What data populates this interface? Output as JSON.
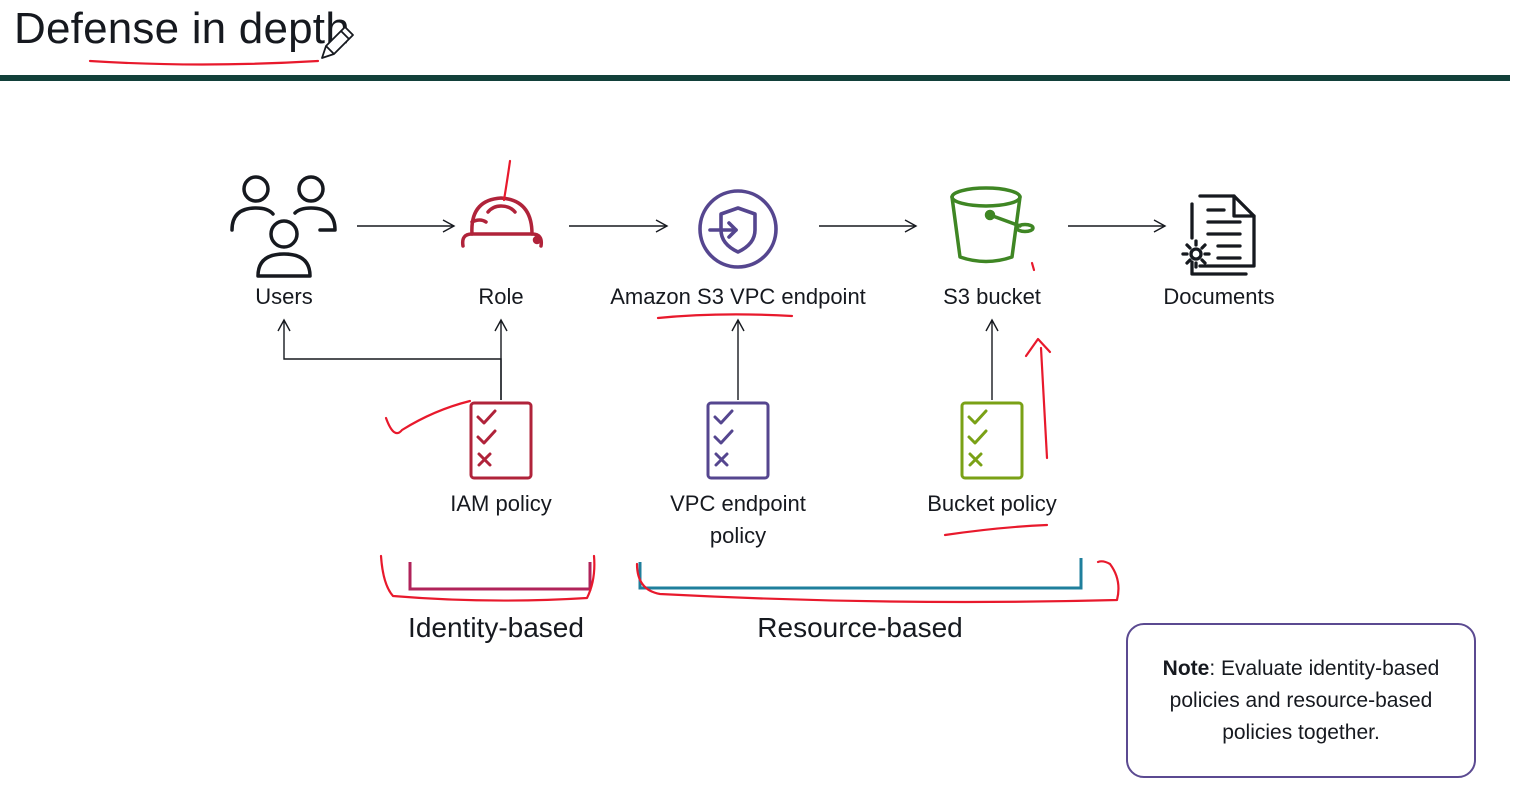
{
  "title": "Defense in depth",
  "nodes": {
    "users": "Users",
    "role": "Role",
    "endpoint": "Amazon S3 VPC endpoint",
    "bucket": "S3 bucket",
    "documents": "Documents"
  },
  "policies": {
    "iam": "IAM policy",
    "vpc_line1": "VPC endpoint",
    "vpc_line2": "policy",
    "bucket": "Bucket policy"
  },
  "groups": {
    "identity": "Identity-based",
    "resource": "Resource-based"
  },
  "note": {
    "bold": "Note",
    "text": ": Evaluate identity-based policies and resource-based policies together."
  },
  "colors": {
    "iam": "#b0233a",
    "vpc": "#55468f",
    "bucket_icon": "#3f8624",
    "bucket_policy": "#7aa116",
    "identity_bracket": "#b0235a",
    "resource_bracket": "#1f7f9c",
    "annotation": "#e8192c",
    "rule": "#12403a"
  }
}
